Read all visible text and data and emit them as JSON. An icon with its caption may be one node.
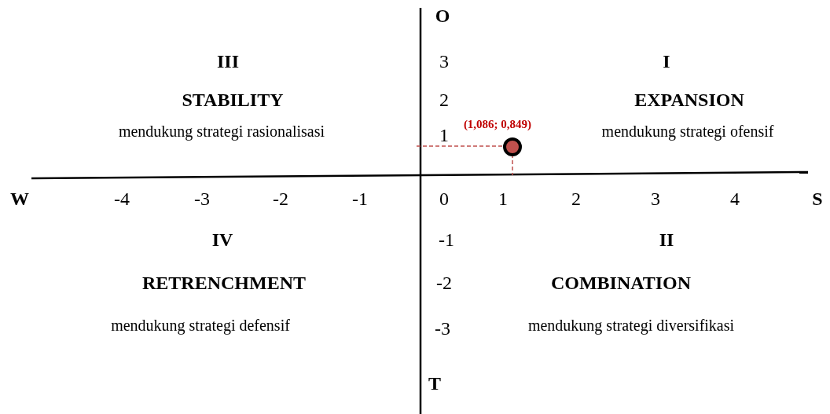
{
  "diagram": {
    "labels": [
      "O",
      "III",
      "3",
      "I",
      "STABILITY",
      "2",
      "EXPANSION",
      "mendukung strategi rasionalisasi",
      "1",
      "(1,086; 0,849)",
      "mendukung strategi ofensif",
      "W",
      "-4",
      "-3",
      "-2",
      "-1",
      "0",
      "1",
      "2",
      "3",
      "4",
      "S",
      "IV",
      "-1",
      "II",
      "RETRENCHMENT",
      "-2",
      "COMBINATION",
      "mendukung strategi defensif",
      "-3",
      "mendukung strategi diversifikasi",
      "T"
    ]
  }
}
